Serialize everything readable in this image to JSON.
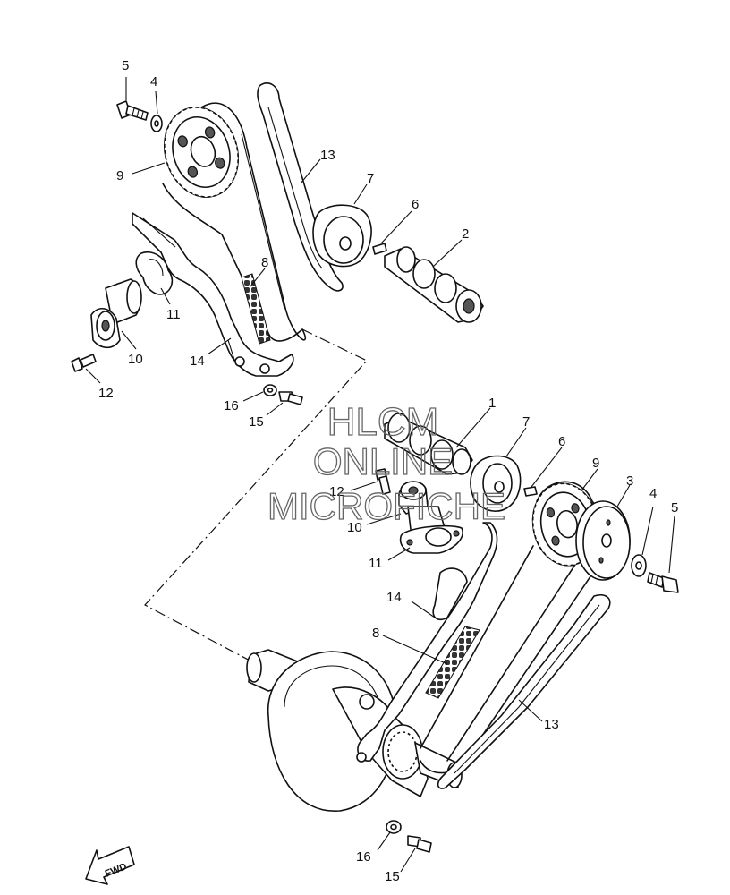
{
  "callouts": [
    {
      "id": "c5a",
      "text": "5"
    },
    {
      "id": "c4a",
      "text": "4"
    },
    {
      "id": "c9a",
      "text": "9"
    },
    {
      "id": "c13a",
      "text": "13"
    },
    {
      "id": "c7a",
      "text": "7"
    },
    {
      "id": "c6a",
      "text": "6"
    },
    {
      "id": "c2",
      "text": "2"
    },
    {
      "id": "c8a",
      "text": "8"
    },
    {
      "id": "c11a",
      "text": "11"
    },
    {
      "id": "c10a",
      "text": "10"
    },
    {
      "id": "c14a",
      "text": "14"
    },
    {
      "id": "c12a",
      "text": "12"
    },
    {
      "id": "c16a",
      "text": "16"
    },
    {
      "id": "c15a",
      "text": "15"
    },
    {
      "id": "c1",
      "text": "1"
    },
    {
      "id": "c7b",
      "text": "7"
    },
    {
      "id": "c6b",
      "text": "6"
    },
    {
      "id": "c9b",
      "text": "9"
    },
    {
      "id": "c3",
      "text": "3"
    },
    {
      "id": "c4b",
      "text": "4"
    },
    {
      "id": "c5b",
      "text": "5"
    },
    {
      "id": "c12b",
      "text": "12"
    },
    {
      "id": "c10b",
      "text": "10"
    },
    {
      "id": "c11b",
      "text": "11"
    },
    {
      "id": "c14b",
      "text": "14"
    },
    {
      "id": "c8b",
      "text": "8"
    },
    {
      "id": "c13b",
      "text": "13"
    },
    {
      "id": "c16b",
      "text": "16"
    },
    {
      "id": "c15b",
      "text": "15"
    }
  ],
  "watermark": {
    "line1": "HLCM",
    "line2": "ONLINE",
    "line3": "MICROFICHE"
  },
  "fwd_label": "FWD"
}
